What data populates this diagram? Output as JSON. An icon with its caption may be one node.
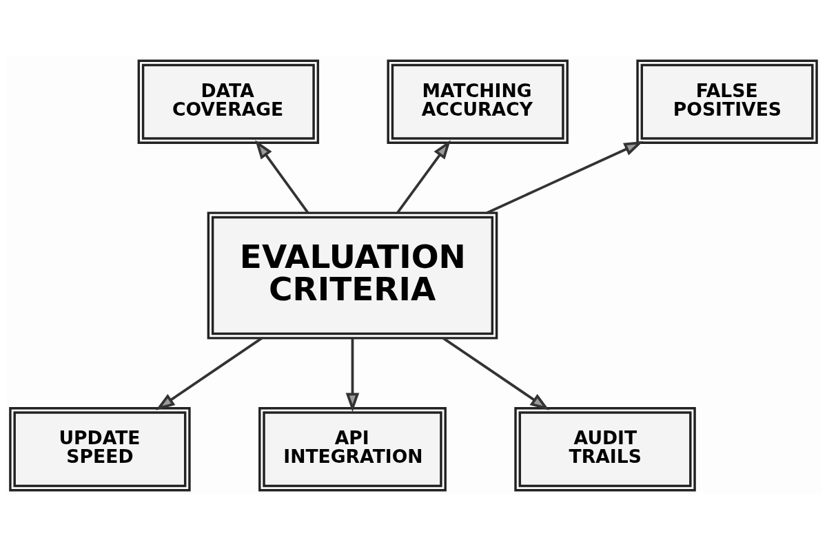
{
  "diagram": {
    "nodes": [
      {
        "text": [
          "MATCHING ACCURACY"
        ]
      },
      {
        "text": [
          "DATA COVERAGE"
        ]
      },
      {
        "text": [
          "FALSE POSITIVES"
        ]
      },
      {
        "text": [
          "EVALUATION CRITERIA"
        ]
      },
      {
        "text": [
          "UPDATE SPEED"
        ]
      },
      {
        "text": [
          "AUDIT TRAILS"
        ]
      },
      {
        "text": [
          "API INTEGRATION"
        ]
      }
    ],
    "edges": [
      {
        "from": 3,
        "to": 1,
        "arrow": "to"
      },
      {
        "from": 3,
        "to": 0,
        "arrow": "to"
      },
      {
        "from": 3,
        "to": 2,
        "arrow": "to"
      },
      {
        "from": 3,
        "to": 4,
        "arrow": "to"
      },
      {
        "from": 3,
        "to": 6,
        "arrow": "to"
      },
      {
        "from": 3,
        "to": 5,
        "arrow": "to"
      }
    ]
  }
}
